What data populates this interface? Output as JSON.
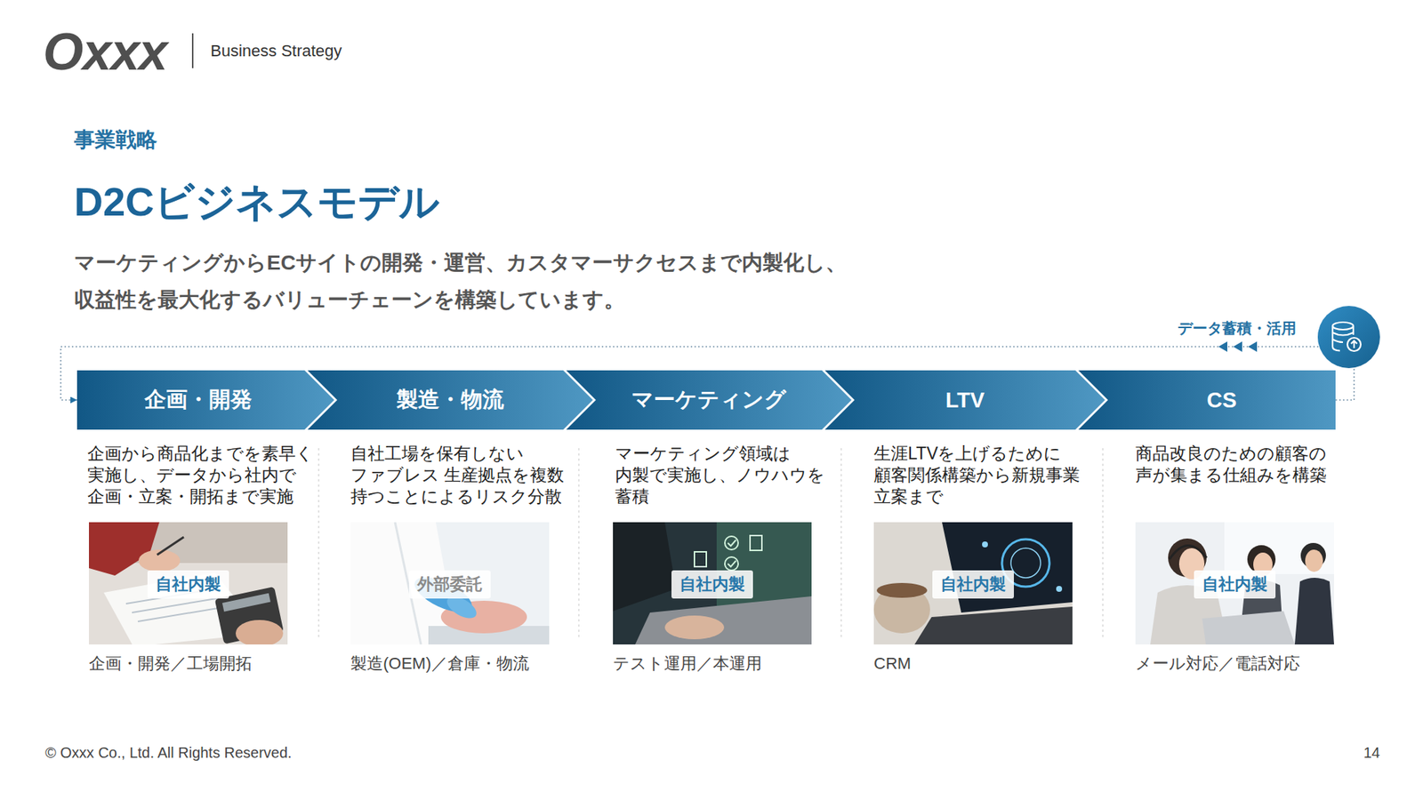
{
  "diagram": {
    "title": "D2Cビジネスモデル",
    "nodes": [
      {
        "text": [
          "企画・開発"
        ]
      },
      {
        "text": [
          "自社内製"
        ]
      },
      {
        "text": [
          "製造・物流"
        ]
      },
      {
        "text": [
          "外部委託"
        ]
      },
      {
        "text": [
          "マーケティング"
        ]
      },
      {
        "text": [
          "自社内製"
        ]
      },
      {
        "text": [
          "LTV"
        ]
      },
      {
        "text": [
          "自社内製"
        ]
      },
      {
        "text": [
          "CS"
        ]
      },
      {
        "text": [
          "自社内製"
        ]
      }
    ],
    "edges": [
      {
        "from": 8,
        "to": 0,
        "label": "データ蓄積・活用",
        "arrow": "to"
      }
    ],
    "labels": [
      "Oxxx",
      "Business Strategy",
      "事業戦略",
      "マーケティングからECサイトの開発・運営、カスタマーサクセスまで内製化し、 収益性を最大化するバリューチェーンを構築しています。",
      "企画から商品化までを素早く 実施し、データから社内で 企画・立案・開拓まで実施",
      "企画・開発／工場開拓",
      "自社工場を保有しない ファブレス 生産拠点を複数 持つことによるリスク分散",
      "製造(OEM)／倉庫・物流",
      "マーケティング領域は 内製で実施し、ノウハウを 蓄積",
      "テスト運用／本運用",
      "生涯LTVを上げるために 顧客関係構築から新規事業 立案まで",
      "CRM",
      "商品改良のための顧客の 声が集まる仕組みを構築",
      "メール対応／電話対応",
      "© Oxxx Co., Ltd. All Rights Reserved.",
      "14"
    ]
  }
}
